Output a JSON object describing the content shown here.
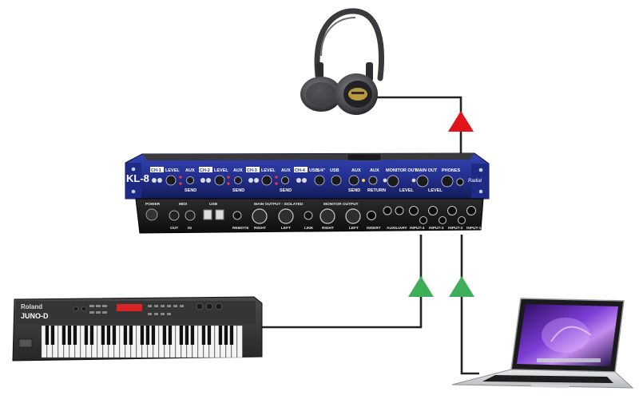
{
  "mixer": {
    "model": "KL-8",
    "brand": "Radial",
    "front_labels": {
      "ch1": "CH-1",
      "ch2": "CH-2",
      "ch3": "CH-3",
      "ch4": "CH-4",
      "usb": "USB",
      "level": "LEVEL",
      "aux": "AUX",
      "quarter_inch": "1/4\"",
      "monitor_out": "MONITOR OUT",
      "main_out": "MAIN OUT",
      "phones": "PHONES",
      "return": "RETURN",
      "send": "SEND"
    },
    "rear_labels": {
      "power": "POWER",
      "midi": "MIDI",
      "midi_out": "OUT",
      "midi_in": "IN",
      "usb": "USB",
      "remote": "REMOTE",
      "main_output": "MAIN OUTPUT - ISOLATED",
      "right": "RIGHT",
      "left": "LEFT",
      "link": "LINK",
      "monitor_output": "MONITOR OUTPUT",
      "insert": "INSERT",
      "auxiliary": "AUXILIARY",
      "input4": "INPUT-4",
      "input3": "INPUT-3",
      "input2": "INPUT-2",
      "input1": "INPUT-1"
    }
  },
  "keyboard": {
    "brand": "Roland",
    "model": "JUNO-D"
  },
  "colors": {
    "output_arrow": "#e0141b",
    "input_arrow": "#3fae5a",
    "cable": "#222222",
    "panel_blue": "#24308f"
  }
}
